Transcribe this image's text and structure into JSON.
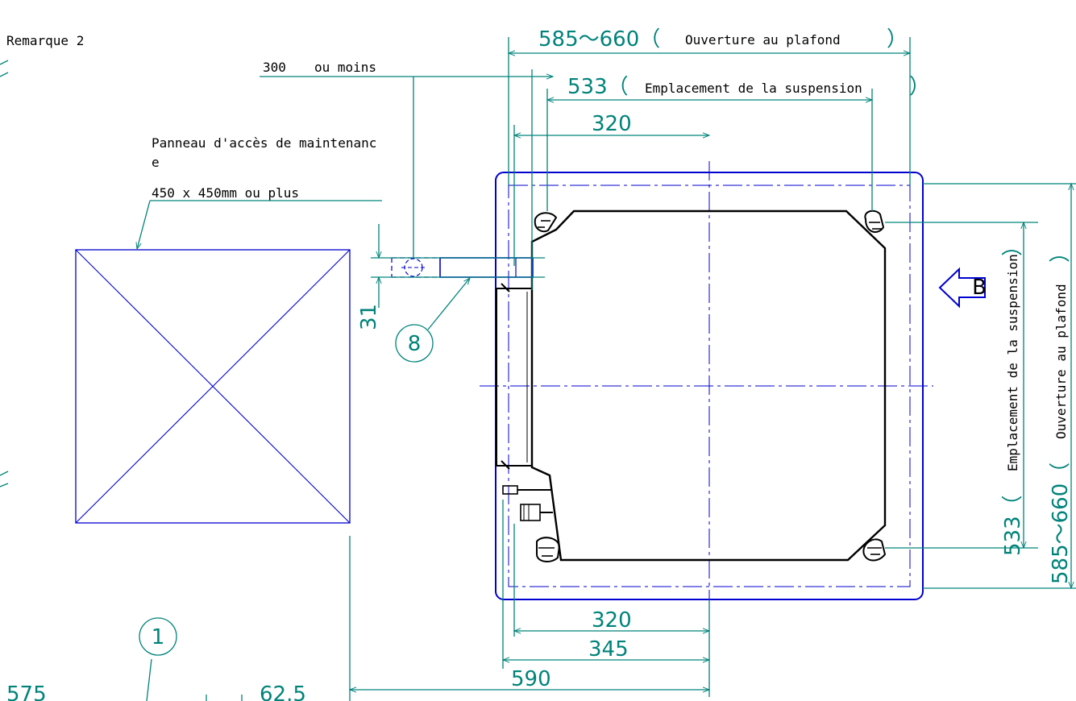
{
  "colors": {
    "dimension": "#00837a",
    "outline": "#0000d0",
    "unit": "#000000",
    "background": "#ffffff"
  },
  "labels": {
    "remark": "Remarque 2",
    "max_distance_value": "300",
    "max_distance_text": "ou moins",
    "access_panel_line1": "Panneau d'accès de maintenanc",
    "access_panel_line2": "e",
    "access_panel_size": "450 x 450mm ou plus",
    "ceiling_opening_range": "585～660（",
    "ceiling_opening_text": "Ouverture au plafond",
    "ceiling_opening_close": "）",
    "suspension_value": "533（",
    "suspension_text": "Emplacement de la suspension",
    "suspension_close": "）",
    "view_b": "B"
  },
  "dimensions": {
    "top_320": "320",
    "pipe_31": "31",
    "bottom_320": "320",
    "bottom_345": "345",
    "bottom_590": "590",
    "left_575": "575",
    "left_625": "62.5"
  },
  "callouts": {
    "item_8": "8",
    "item_1": "1"
  }
}
